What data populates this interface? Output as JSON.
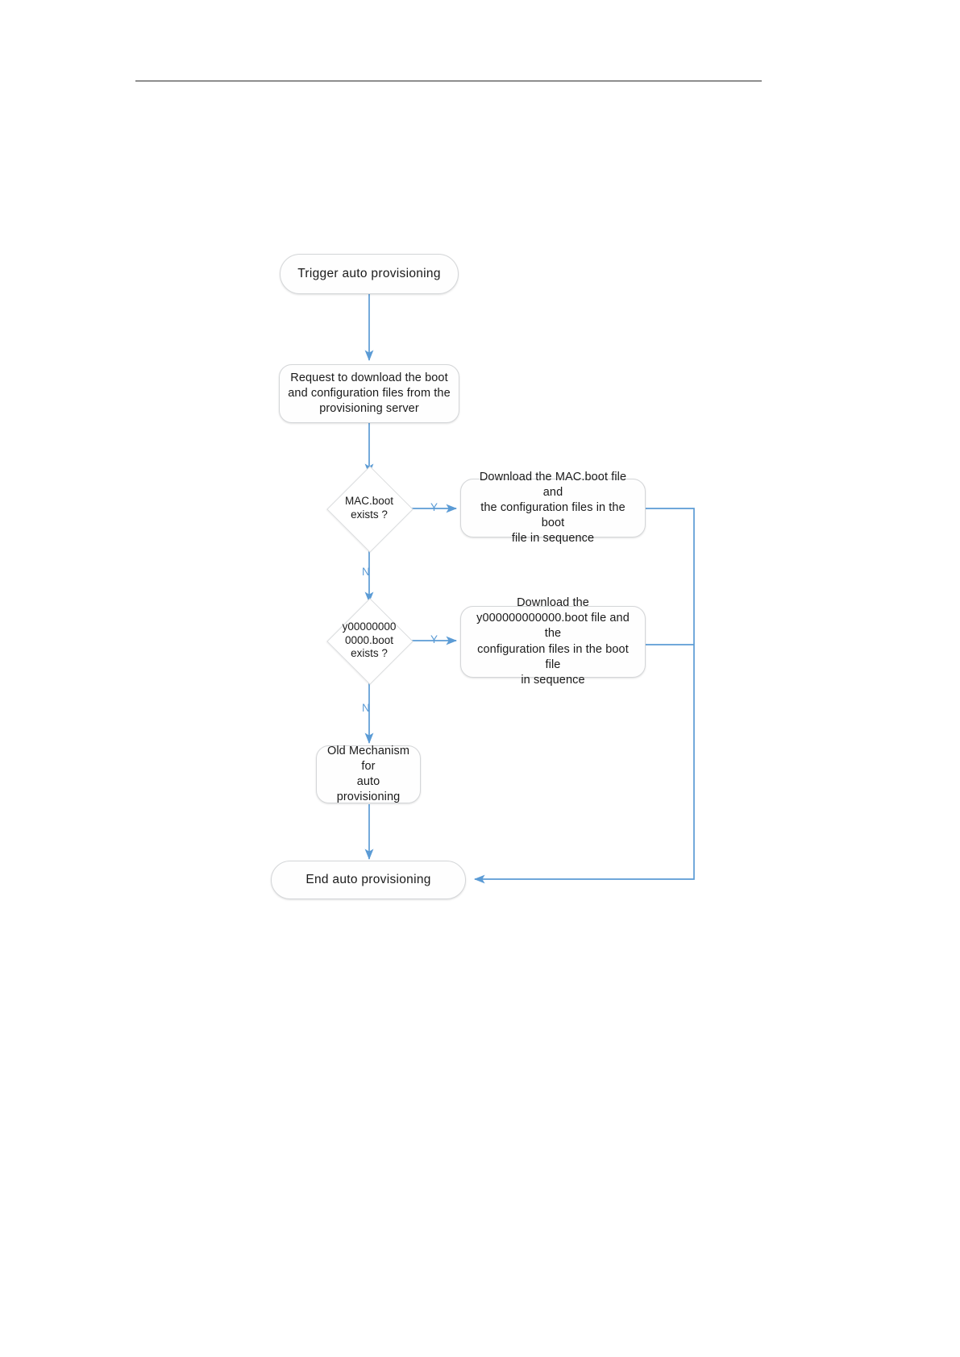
{
  "page": {
    "background_color": "#ffffff",
    "header_rule_color": "#2b2b2b"
  },
  "diagram": {
    "title": "Auto provisioning flowchart",
    "type": "flowchart",
    "connector_color": "#5b9bd5",
    "node_border_color": "#d4d6d8",
    "node_fill_color": "#fefefe",
    "text_color": "#1a1a1a",
    "nodes": [
      {
        "id": "start",
        "shape": "terminator",
        "label": "Trigger auto provisioning"
      },
      {
        "id": "request",
        "shape": "process",
        "label": "Request to download the boot\nand configuration files from the\nprovisioning server"
      },
      {
        "id": "mac_decision",
        "shape": "decision",
        "label": "MAC.boot\nexists ?"
      },
      {
        "id": "mac_download",
        "shape": "process",
        "label": "Download the MAC.boot file and\nthe configuration files in the boot\nfile in sequence"
      },
      {
        "id": "y_decision",
        "shape": "decision",
        "label": "y00000000\n0000.boot\nexists ?"
      },
      {
        "id": "y_download",
        "shape": "process",
        "label": "Download the\ny000000000000.boot file and the\nconfiguration files in the boot file\nin sequence"
      },
      {
        "id": "old_mechanism",
        "shape": "process",
        "label": "Old Mechanism for\nauto provisioning"
      },
      {
        "id": "end",
        "shape": "terminator",
        "label": "End auto provisioning"
      }
    ],
    "edge_labels": {
      "mac_yes": "Y",
      "mac_no": "N",
      "y_yes": "Y",
      "y_no": "N"
    }
  }
}
